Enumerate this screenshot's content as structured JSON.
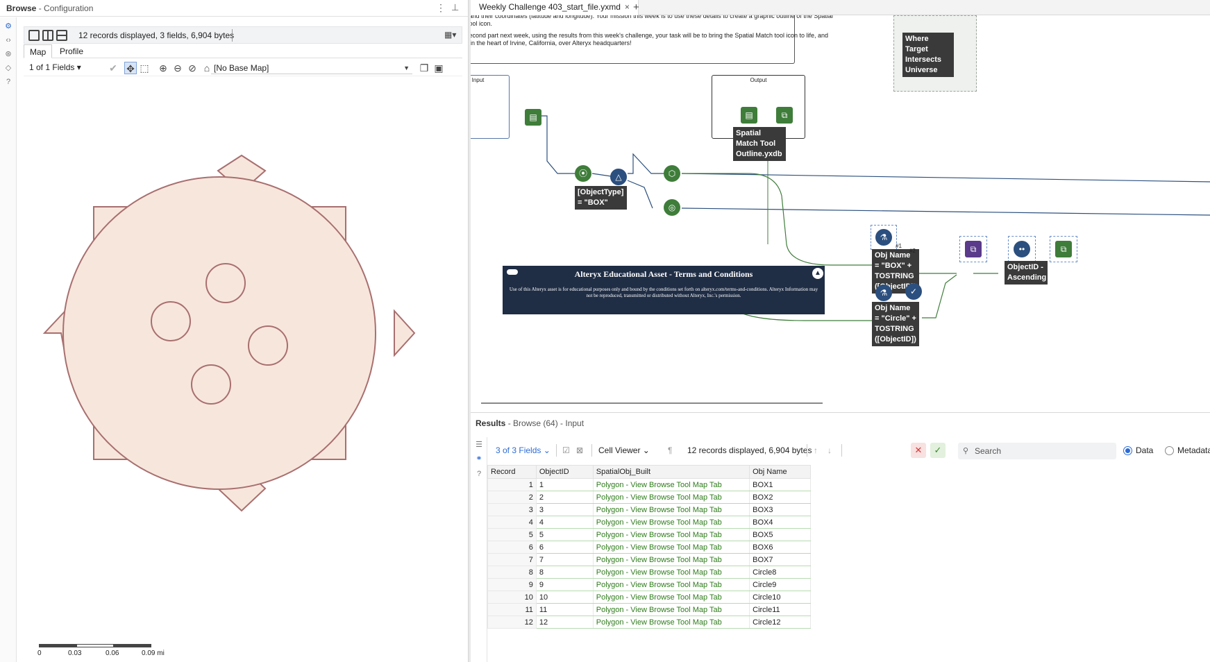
{
  "left_panel": {
    "title_bold": "Browse",
    "title_rest": " - Configuration",
    "record_info": "12 records displayed, 3 fields, 6,904 bytes",
    "tabs": [
      "Map",
      "Profile"
    ],
    "fields_select": "1 of 1 Fields",
    "base_map": "[No Base Map]",
    "scale_labels": [
      "0",
      "0.03",
      "0.06",
      "0.09 mi"
    ]
  },
  "document": {
    "tab_title": "Weekly Challenge 403_start_file.yxmd",
    "add_tab": "+"
  },
  "canvas": {
    "comment_line1": "shape, and their coordinates (latitude and longitude). Your mission this week is to use these details to create a graphic outline of the Spatial Match tool icon.",
    "comment_line2": "In the second part next week, using the results from this week's challenge, your task will be to bring the Spatial Match tool icon to life, and shine it in the heart of Irvine, California, over Alteryx headquarters!",
    "input_box_title": "Input",
    "output_box_title": "Output",
    "output_annotation": "Spatial Match Tool Outline.yxdb",
    "filter_annotation": "[ObjectType] = \"BOX\"",
    "where_annotation": "Where Target Intersects Universe",
    "terms_title": "Alteryx Educational Asset - Terms and Conditions",
    "terms_body": "Use of this Alteryx asset is for educational purposes only and bound by the conditions set forth on alteryx.com/terms-and-conditions. Alteryx Information may not be reproduced, transmitted or distributed without Alteryx, Inc.'s permission.",
    "formula1_annotation": "Obj Name = \"BOX\" + TOSTRING ([ObjectID])",
    "formula2_annotation": "Obj Name = \"Circle\" + TOSTRING ([ObjectID])",
    "sort_annotation": "ObjectID - Ascending",
    "union_label1": "#1",
    "union_label2": "#2"
  },
  "results": {
    "title_bold": "Results",
    "title_rest": " - Browse (64) - Input",
    "fields_select": "3 of 3 Fields",
    "viewer_select": "Cell Viewer",
    "record_info": "12 records displayed, 6,904 bytes",
    "search_placeholder": "Search",
    "radio_data": "Data",
    "radio_metadata": "Metadata",
    "columns": [
      "Record",
      "ObjectID",
      "SpatialObj_Built",
      "Obj Name"
    ],
    "rows": [
      [
        "1",
        "1",
        "Polygon - View Browse Tool Map Tab",
        "BOX1"
      ],
      [
        "2",
        "2",
        "Polygon - View Browse Tool Map Tab",
        "BOX2"
      ],
      [
        "3",
        "3",
        "Polygon - View Browse Tool Map Tab",
        "BOX3"
      ],
      [
        "4",
        "4",
        "Polygon - View Browse Tool Map Tab",
        "BOX4"
      ],
      [
        "5",
        "5",
        "Polygon - View Browse Tool Map Tab",
        "BOX5"
      ],
      [
        "6",
        "6",
        "Polygon - View Browse Tool Map Tab",
        "BOX6"
      ],
      [
        "7",
        "7",
        "Polygon - View Browse Tool Map Tab",
        "BOX7"
      ],
      [
        "8",
        "8",
        "Polygon - View Browse Tool Map Tab",
        "Circle8"
      ],
      [
        "9",
        "9",
        "Polygon - View Browse Tool Map Tab",
        "Circle9"
      ],
      [
        "10",
        "10",
        "Polygon - View Browse Tool Map Tab",
        "Circle10"
      ],
      [
        "11",
        "11",
        "Polygon - View Browse Tool Map Tab",
        "Circle11"
      ],
      [
        "12",
        "12",
        "Polygon - View Browse Tool Map Tab",
        "Circle12"
      ]
    ]
  },
  "colors": {
    "shape_fill": "#f7e6dc",
    "shape_stroke": "#a86f6f",
    "tool_green": "#3f7d3a",
    "tool_blue": "#2b4f7e",
    "tool_purple": "#5a3a8a",
    "accent": "#2c6bd6"
  },
  "icons": {
    "rail": [
      "gear-icon",
      "code-icon",
      "settings-icon",
      "tag-icon",
      "help-icon"
    ],
    "map_tools": [
      "pan-icon",
      "select-rect-icon",
      "zoom-in-icon",
      "zoom-out-icon",
      "zoom-selected-icon",
      "home-icon",
      "copy-icon",
      "save-icon"
    ]
  }
}
